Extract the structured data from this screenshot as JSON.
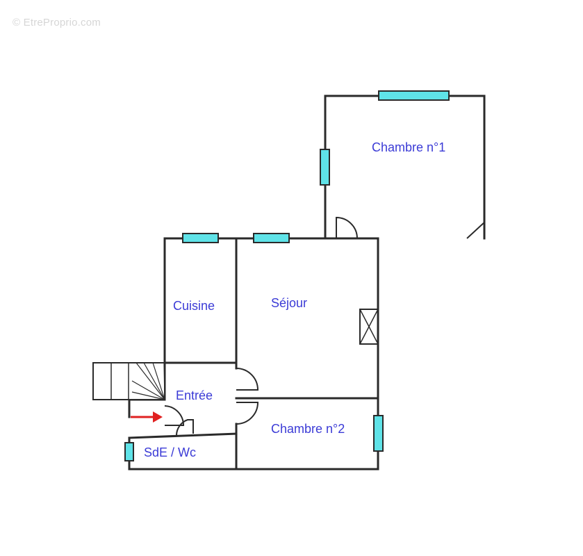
{
  "watermark": "© EtreProprio.com",
  "rooms": {
    "chambre1": "Chambre n°1",
    "cuisine": "Cuisine",
    "sejour": "Séjour",
    "entree": "Entrée",
    "chambre2": "Chambre n°2",
    "sde_wc": "SdE / Wc"
  },
  "colors": {
    "label": "#3b3bd6",
    "window": "#5fe3e8",
    "wall": "#2a2a2a",
    "arrow": "#e02020"
  }
}
